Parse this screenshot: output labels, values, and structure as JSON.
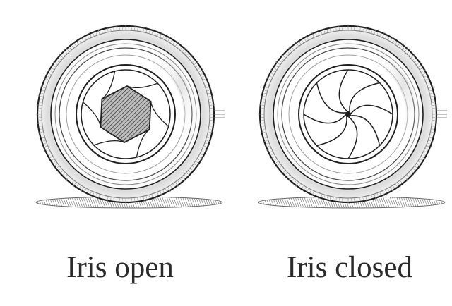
{
  "panels": [
    {
      "id": "open",
      "caption": "Iris open",
      "iris_state": "open"
    },
    {
      "id": "closed",
      "caption": "Iris closed",
      "iris_state": "closed"
    }
  ],
  "colors": {
    "line": "#1f1f1f",
    "ring_light": "#f4f4f4",
    "ring_mid": "#d9d9d9",
    "shadow": "#8a8a8a"
  }
}
